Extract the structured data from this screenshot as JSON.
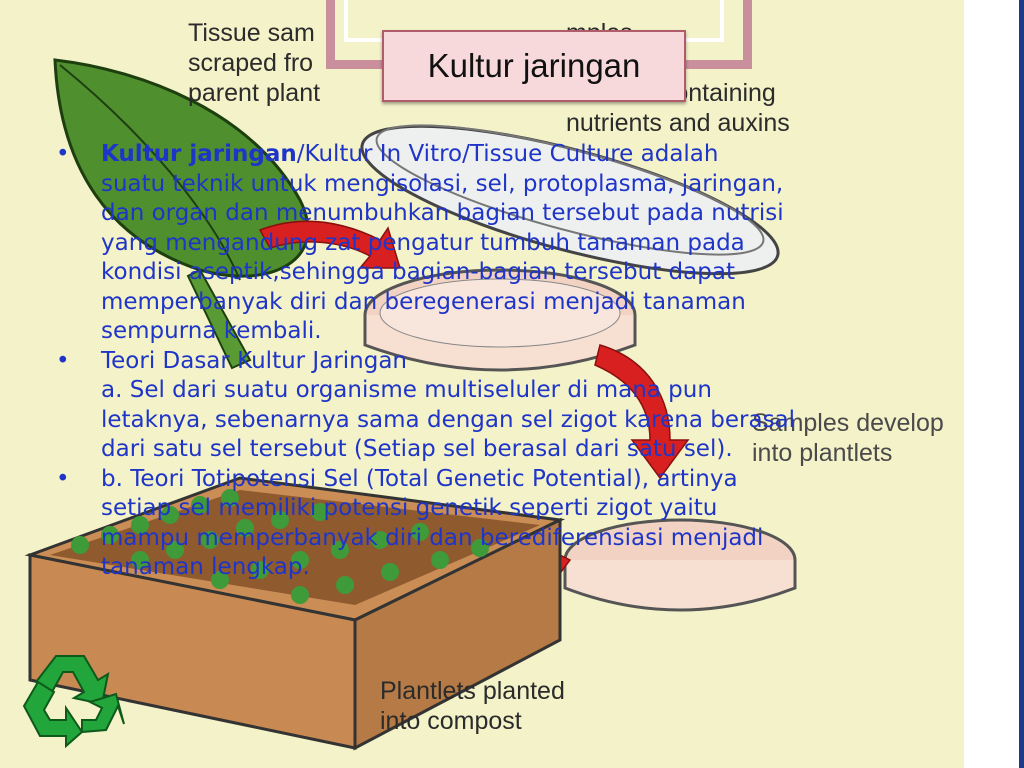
{
  "slide": {
    "title": "Kultur jaringan",
    "figure_labels": {
      "tissue": "Tissue sam\nscraped fro\nparent plant",
      "medium": "mples\ngrowth\nmedium containing\nnutrients and auxins",
      "samples": "Samples develop\ninto plantlets",
      "plantlets": "Plantlets planted\ninto compost"
    },
    "bullets": [
      {
        "bold": "Kultur jaringan",
        "first_rest": "/Kultur In Vitro/Tissue Culture adalah",
        "lines": [
          "suatu teknik untuk mengisolasi, sel, protoplasma, jaringan,",
          "dan organ dan menumbuhkan bagian tersebut pada nutrisi",
          "yang mengandung zat pengatur tumbuh tanaman pada",
          "kondisi aseptik,sehingga bagian-bagian tersebut dapat",
          "memperbanyak diri dan beregenerasi menjadi tanaman",
          "sempurna kembali."
        ]
      },
      {
        "lines": [
          "Teori Dasar Kultur Jaringan",
          "a. Sel dari suatu organisme multiseluler di mana pun",
          "letaknya, sebenarnya sama dengan sel zigot karena berasal",
          "dari satu sel tersebut (Setiap sel berasal dari satu sel)."
        ]
      },
      {
        "lines": [
          "b. Teori Totipotensi Sel (Total Genetic Potential), artinya",
          "setiap sel memiliki potensi genetik seperti zigot yaitu",
          "mampu memperbanyak diri dan berediferensiasi menjadi",
          "tanaman lengkap."
        ]
      }
    ],
    "bullet_symbol": "•",
    "icons": {
      "recycle": "recycle-icon"
    },
    "colors": {
      "text": "#1f35c7",
      "title_bg": "#f7d9dc",
      "frame": "#c98f9c",
      "figure_bg": "#f3f2c8"
    }
  }
}
